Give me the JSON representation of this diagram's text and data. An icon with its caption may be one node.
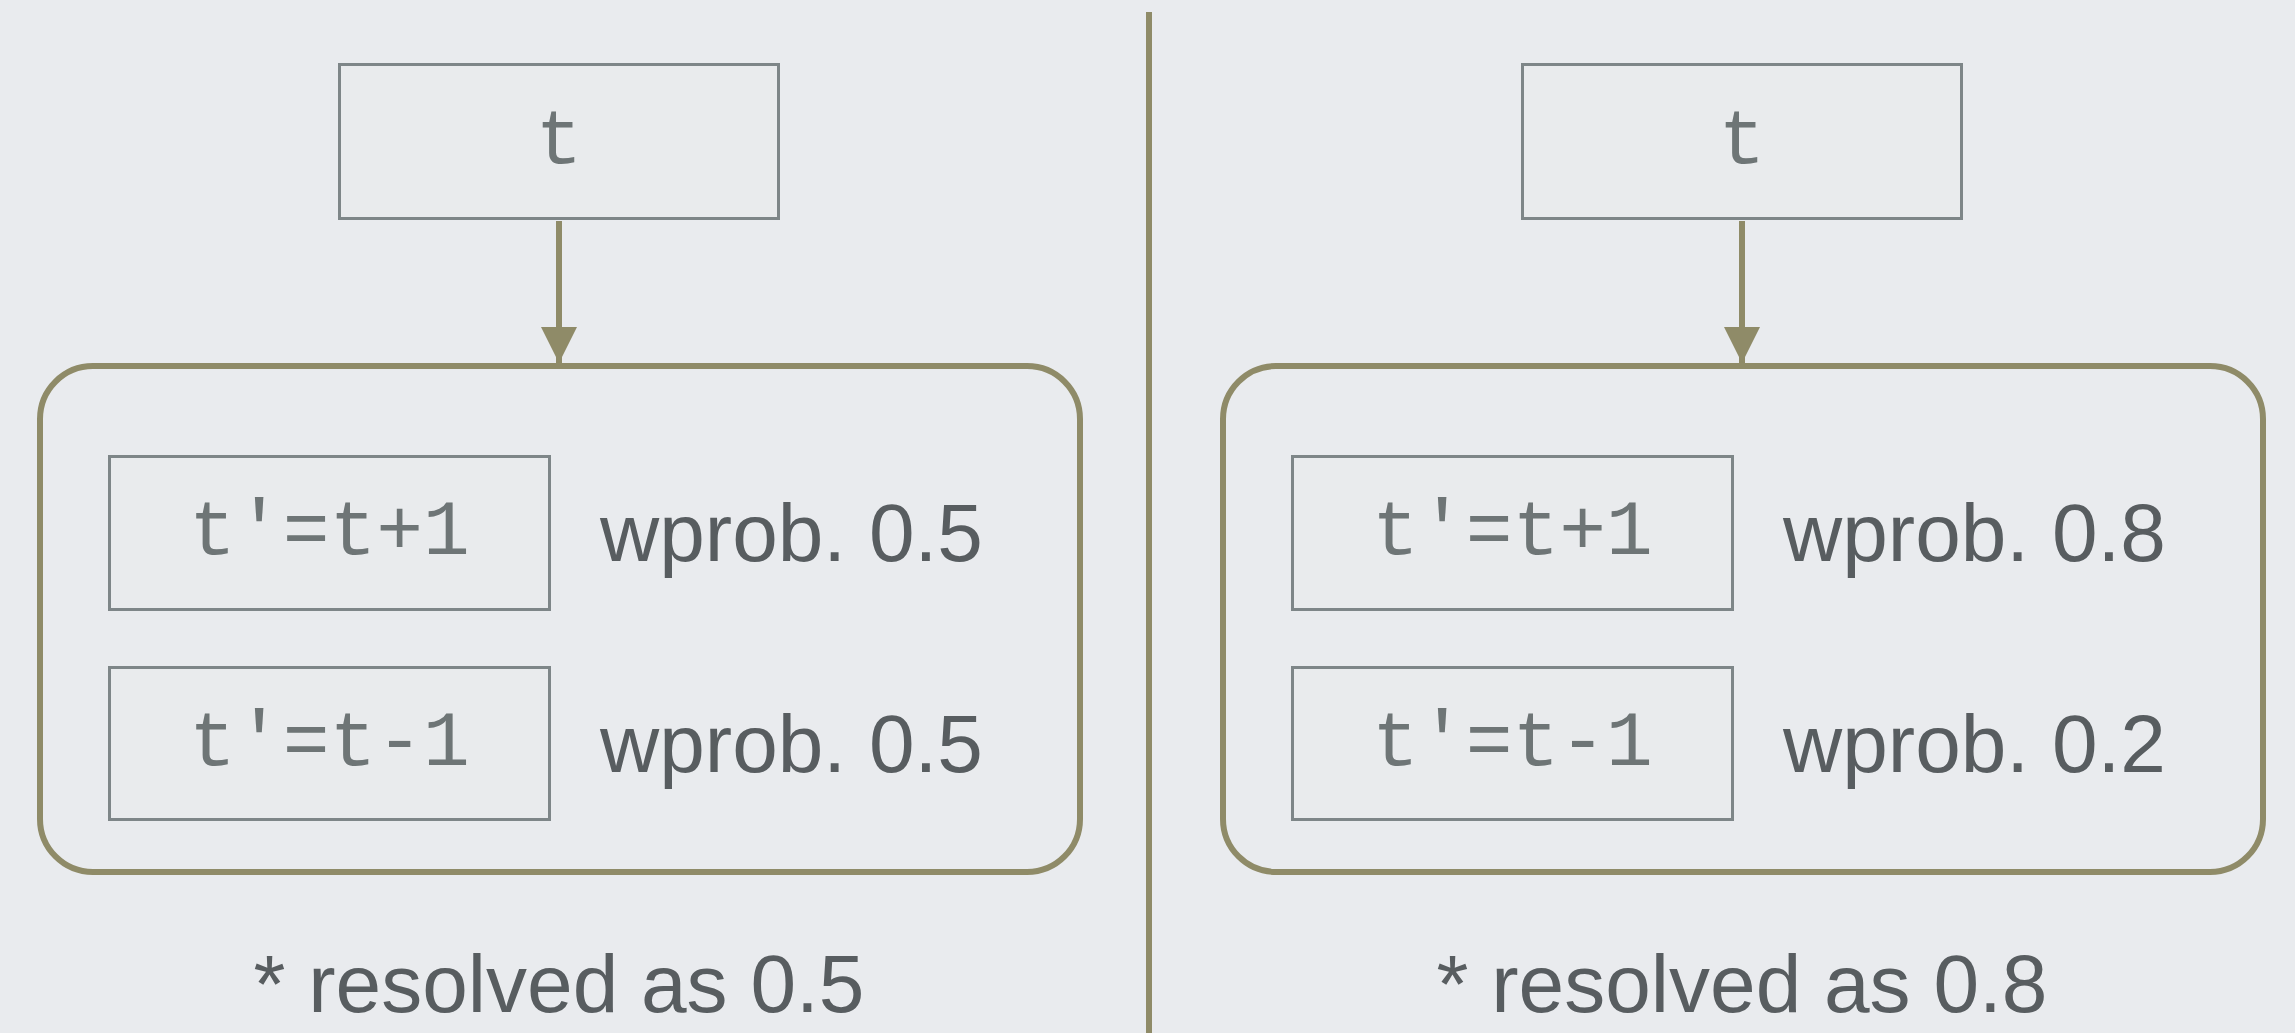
{
  "diagram": {
    "nodes": [
      {
        "text": [
          "t"
        ]
      },
      {
        "text": [],
        "shape": "box"
      },
      {
        "text": [
          "t'=t+1"
        ],
        "in": 1,
        "beside": [
          "wprob. 0.5"
        ]
      },
      {
        "text": [
          "t'=t-1"
        ],
        "in": 1,
        "beside": [
          "wprob. 0.5"
        ]
      },
      {
        "text": [
          "t"
        ]
      },
      {
        "text": [],
        "shape": "box"
      },
      {
        "text": [
          "t'=t+1"
        ],
        "in": 5,
        "beside": [
          "wprob. 0.8"
        ]
      },
      {
        "text": [
          "t'=t-1"
        ],
        "in": 5,
        "beside": [
          "wprob. 0.2"
        ]
      }
    ],
    "edges": [
      {
        "from": 0,
        "to": 1,
        "arrow": "to"
      },
      {
        "from": 4,
        "to": 5,
        "arrow": "to"
      }
    ],
    "labels": [
      "* resolved as 0.5",
      "* resolved as 0.8"
    ]
  }
}
